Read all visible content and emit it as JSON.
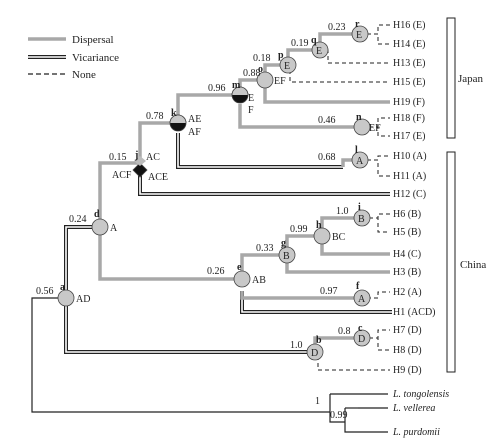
{
  "legend": {
    "dispersal": "Dispersal",
    "vicariance": "Vicariance",
    "none": "None"
  },
  "groups": {
    "japan": "Japan",
    "china": "China"
  },
  "tips": [
    {
      "id": "H16",
      "label": "H16 (E)"
    },
    {
      "id": "H14",
      "label": "H14 (E)"
    },
    {
      "id": "H13",
      "label": "H13 (E)"
    },
    {
      "id": "H15",
      "label": "H15 (E)"
    },
    {
      "id": "H19",
      "label": "H19 (F)"
    },
    {
      "id": "H18",
      "label": "H18 (F)"
    },
    {
      "id": "H17",
      "label": "H17 (E)"
    },
    {
      "id": "H10",
      "label": "H10 (A)"
    },
    {
      "id": "H11",
      "label": "H11 (A)"
    },
    {
      "id": "H12",
      "label": "H12 (C)"
    },
    {
      "id": "H6",
      "label": "H6 (B)"
    },
    {
      "id": "H5",
      "label": "H5 (B)"
    },
    {
      "id": "H4",
      "label": "H4 (C)"
    },
    {
      "id": "H3",
      "label": "H3 (B)"
    },
    {
      "id": "H2",
      "label": "H2 (A)"
    },
    {
      "id": "H1",
      "label": "H1 (ACD)"
    },
    {
      "id": "H7",
      "label": "H7 (D)"
    },
    {
      "id": "H8",
      "label": "H8 (D)"
    },
    {
      "id": "H9",
      "label": "H9 (D)"
    }
  ],
  "outgroups": [
    "L. tongolensis",
    "L. vellerea",
    "L. purdomii"
  ],
  "nodes": [
    {
      "letter": "a",
      "support": "0.56",
      "area": "AD"
    },
    {
      "letter": "d",
      "support": "0.24",
      "area": "A"
    },
    {
      "letter": "j",
      "support": "0.15",
      "area": "AC",
      "area2": "ACF",
      "area3": "ACE"
    },
    {
      "letter": "k",
      "support": "0.78",
      "area": "AE",
      "area2": "AF"
    },
    {
      "letter": "m",
      "support": "0.96",
      "area": "E",
      "area2": "F"
    },
    {
      "letter": "o",
      "support": "0.88",
      "area": "EF"
    },
    {
      "letter": "p",
      "support": "0.18",
      "area": "E"
    },
    {
      "letter": "q",
      "support": "0.19",
      "area": "E"
    },
    {
      "letter": "r",
      "support": "0.23",
      "area": "E"
    },
    {
      "letter": "n",
      "support": "0.46",
      "area": "EF"
    },
    {
      "letter": "l",
      "support": "0.68",
      "area": "A"
    },
    {
      "letter": "e",
      "support": "0.26",
      "area": "AB"
    },
    {
      "letter": "g",
      "support": "0.33",
      "area": "B"
    },
    {
      "letter": "h",
      "support": "0.99",
      "area": "BC"
    },
    {
      "letter": "i",
      "support": "1.0",
      "area": "B"
    },
    {
      "letter": "f",
      "support": "0.97",
      "area": "A"
    },
    {
      "letter": "b",
      "support": "1.0",
      "area": "D"
    },
    {
      "letter": "c",
      "support": "0.8",
      "area": "D"
    }
  ],
  "outgroup_support": [
    "1",
    "0.99"
  ],
  "colors": {
    "dispersal": "#a8a8a8",
    "node_fill": "#c8c8c8",
    "line": "#222222"
  }
}
